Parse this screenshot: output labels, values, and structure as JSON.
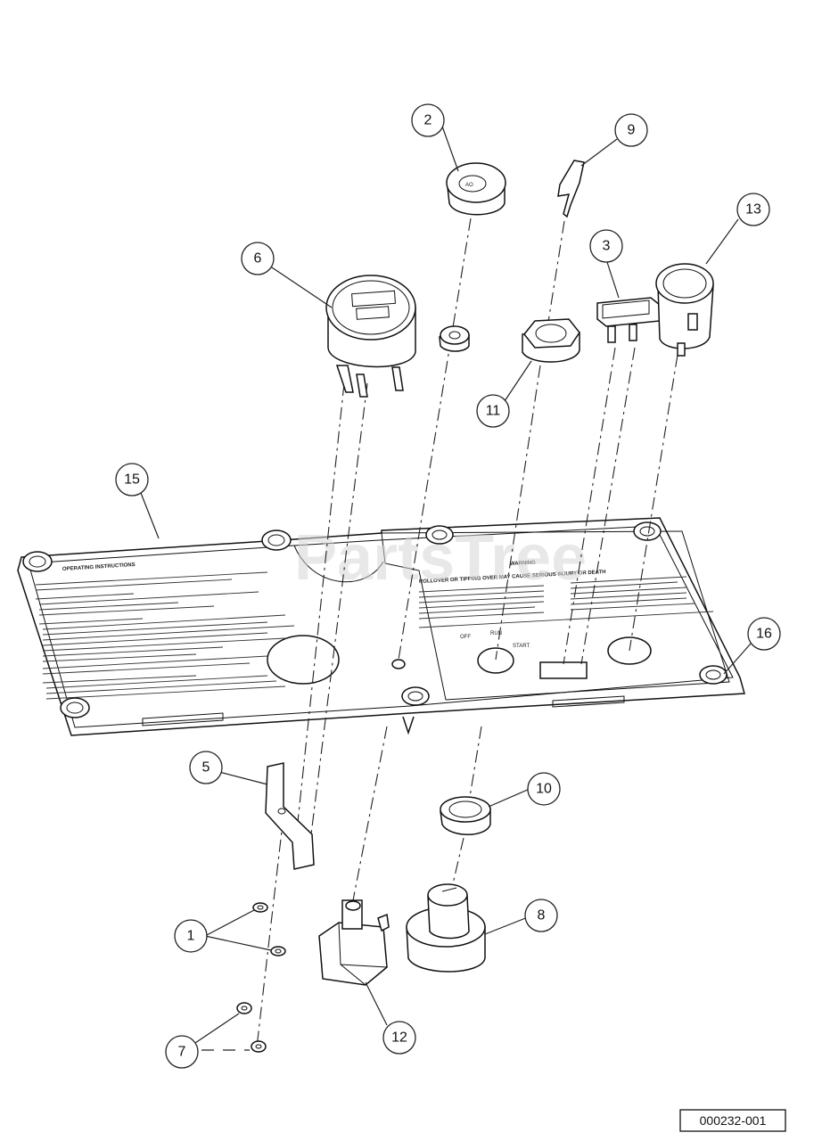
{
  "callouts": [
    "2",
    "9",
    "13",
    "6",
    "3",
    "11",
    "15",
    "16",
    "5",
    "10",
    "1",
    "8",
    "7",
    "12"
  ],
  "panel": {
    "left_heading": "OPERATING INSTRUCTIONS",
    "right_heading": "WARNING",
    "right_subheading": "ROLLOVER OR TIPPING OVER MAY CAUSE SERIOUS INJURY OR DEATH",
    "switch_labels": [
      "OFF",
      "RUN",
      "START"
    ]
  },
  "watermark": "PartsTree",
  "reference_number": "000232-001"
}
